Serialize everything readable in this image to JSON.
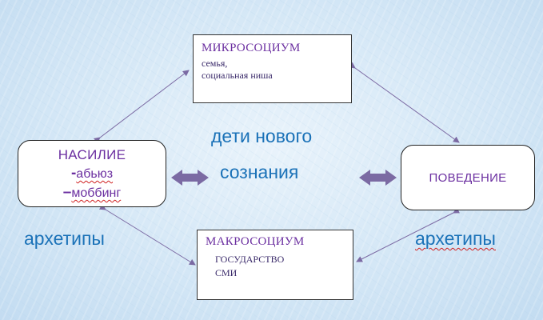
{
  "colors": {
    "accent_purple": "#6b2fa0",
    "text_blue": "#1b72b8",
    "arrow_violet": "#7b6aa3"
  },
  "micro": {
    "title": "МИКРОСОЦИУМ",
    "line1": "семья,",
    "line2": "социальная ниша"
  },
  "macro": {
    "title": "МАКРОСОЦИУМ",
    "line1": "ГОСУДАРСТВО",
    "line2": "СМИ"
  },
  "violence": {
    "title": "НАСИЛИЕ",
    "dash1": "-",
    "item1": "абьюз",
    "dash2": "–",
    "item2": "моббинг"
  },
  "behavior": {
    "title": "ПОВЕДЕНИЕ"
  },
  "center": {
    "line1": "дети нового",
    "line2": "сознания"
  },
  "archetypes_left": "архетипы",
  "archetypes_right": "архетипы"
}
